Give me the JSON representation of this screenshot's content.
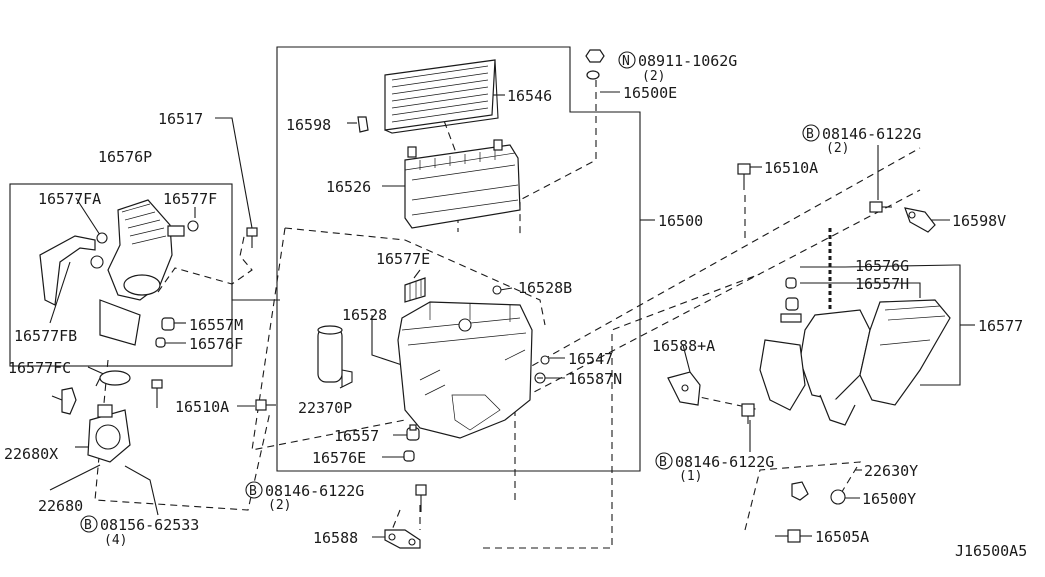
{
  "diagram_code": "J16500A5",
  "callouts": {
    "c16546": "16546",
    "c16598": "16598",
    "c16526": "16526",
    "c16500": "16500",
    "c16517": "16517",
    "c16576P": "16576P",
    "c16577FA": "16577FA",
    "c16577F": "16577F",
    "c16577FB": "16577FB",
    "c16557M": "16557M",
    "c16576F": "16576F",
    "c16577FC": "16577FC",
    "c16510A_left": "16510A",
    "c22680X": "22680X",
    "c22680": "22680",
    "c16577E": "16577E",
    "c16528B": "16528B",
    "c16528": "16528",
    "c22370P": "22370P",
    "c16547": "16547",
    "c16587N": "16587N",
    "c16557": "16557",
    "c16576E": "16576E",
    "c16588": "16588",
    "c16500E": "16500E",
    "c16510A_right": "16510A",
    "c16598V": "16598V",
    "c16576G": "16576G",
    "c16557H": "16557H",
    "c16577": "16577",
    "c16588A": "16588+A",
    "c22630Y": "22630Y",
    "c16500Y": "16500Y",
    "c16505A": "16505A"
  },
  "fasteners": {
    "n08911": {
      "prefix": "N",
      "code": "08911-1062G",
      "qty": "(2)"
    },
    "b08146_top": {
      "prefix": "B",
      "code": "08146-6122G",
      "qty": "(2)"
    },
    "b08146_mid": {
      "prefix": "B",
      "code": "08146-6122G",
      "qty": "(1)"
    },
    "b08146_bottom": {
      "prefix": "B",
      "code": "08146-6122G",
      "qty": "(2)"
    },
    "b08156": {
      "prefix": "B",
      "code": "08156-62533",
      "qty": "(4)"
    }
  }
}
